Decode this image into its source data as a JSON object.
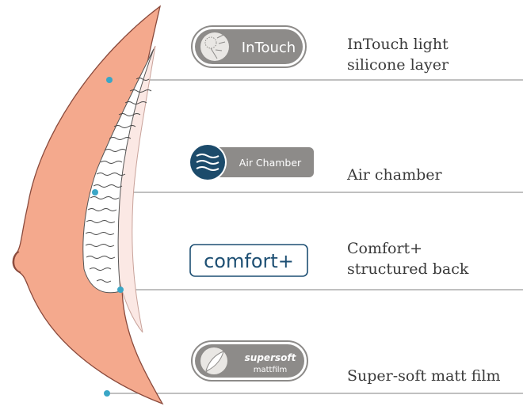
{
  "layers": [
    {
      "id": "intouch",
      "badge_text": "InTouch",
      "badge_icon": "dandelion-icon",
      "label": "InTouch light\nsilicone layer"
    },
    {
      "id": "air-chamber",
      "badge_text": "Air Chamber",
      "badge_icon": "air-waves-icon",
      "label": "Air chamber"
    },
    {
      "id": "comfort",
      "badge_text": "comfort+",
      "badge_icon": "",
      "label": "Comfort+\nstructured back"
    },
    {
      "id": "supersoft",
      "badge_text_top": "supersoft",
      "badge_text_bottom": "mattfilm",
      "badge_icon": "feather-icon",
      "label": "Super-soft matt film"
    }
  ],
  "colors": {
    "skin": "#f4a98d",
    "skin_outline": "#8a4a3c",
    "back": "#fbe8e4",
    "leader": "#9a9a9a",
    "dot": "#3aa6c6",
    "badge_grey": "#8d8b89",
    "air_blue": "#1c4b6b",
    "comfort_blue": "#1d4f73",
    "label": "#3a3a3a"
  }
}
